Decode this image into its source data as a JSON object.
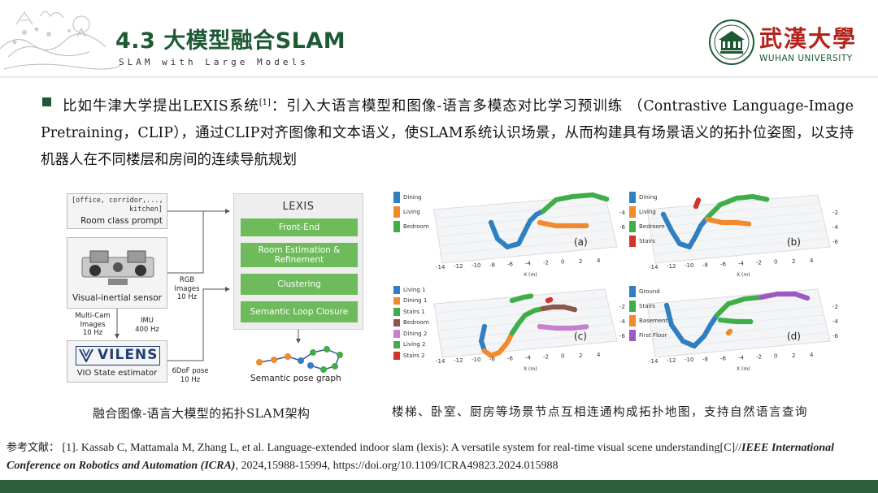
{
  "header": {
    "title": "4.3 大模型融合SLAM",
    "subtitle": "SLAM with Large Models",
    "university_cn": "武漢大學",
    "university_en": "WUHAN UNIVERSITY"
  },
  "body": {
    "text_a": "比如牛津大学提出LEXIS系统",
    "cite": "[1]",
    "text_b": "：引入大语言模型和图像-语言多模态对比学习预训练 （Contrastive Language-Image Pretraining，CLIP），通过CLIP对齐图像和文本语义，使SLAM系统认识场景，从而构建具有场景语义的拓扑位姿图，以支持机器人在不同楼层和房间的连续导航规划"
  },
  "diagram": {
    "prompt_code": "[office, corridor,...,\nkitchen]",
    "prompt_label": "Room class prompt",
    "sensor_label": "Visual-inertial sensor",
    "rgb_label": "RGB\nImages\n10 Hz",
    "multicam_label": "Multi-Cam\nImages\n10 Hz",
    "imu_label": "IMU\n400 Hz",
    "vilens_logo": "VILENS",
    "vilens_label": "VIO State estimator",
    "pose_label": "6DoF pose\n10 Hz",
    "lexis_title": "LEXIS",
    "stages": [
      "Front-End",
      "Room Estimation &\nRefinement",
      "Clustering",
      "Semantic Loop Closure"
    ],
    "graph_label": "Semantic pose graph",
    "caption": "融合图像-语言大模型的拓扑SLAM架构"
  },
  "panels": [
    {
      "tag": "(a)",
      "legend": [
        {
          "name": "Dining",
          "color": "#2f7fc1"
        },
        {
          "name": "Living",
          "color": "#f08a2b"
        },
        {
          "name": "Bedroom",
          "color": "#3fae49"
        }
      ],
      "xticks": [
        "-14",
        "-12",
        "-10",
        "-8",
        "-6",
        "-4",
        "-2",
        "0",
        "2",
        "4"
      ],
      "xlabel": "X (m)",
      "yticks": [
        "-4",
        "-6"
      ]
    },
    {
      "tag": "(b)",
      "legend": [
        {
          "name": "Dining",
          "color": "#2f7fc1"
        },
        {
          "name": "Living",
          "color": "#f08a2b"
        },
        {
          "name": "Bedroom",
          "color": "#3fae49"
        },
        {
          "name": "Stairs",
          "color": "#d2342e"
        }
      ],
      "xticks": [
        "-14",
        "-12",
        "-10",
        "-8",
        "-6",
        "-4",
        "-2",
        "0",
        "2",
        "4"
      ],
      "xlabel": "X (m)",
      "yticks": [
        "-2",
        "-4",
        "-6"
      ]
    },
    {
      "tag": "(c)",
      "legend": [
        {
          "name": "Living 1",
          "color": "#2f7fc1"
        },
        {
          "name": "Dining 1",
          "color": "#f08a2b"
        },
        {
          "name": "Stairs 1",
          "color": "#3fae49"
        },
        {
          "name": "Bedroom",
          "color": "#8c564b"
        },
        {
          "name": "Dining 2",
          "color": "#c77fd0"
        },
        {
          "name": "Living 2",
          "color": "#3fae49"
        },
        {
          "name": "Stairs 2",
          "color": "#d2342e"
        }
      ],
      "xticks": [
        "-14",
        "-12",
        "-10",
        "-8",
        "-6",
        "-4",
        "-2",
        "0",
        "2",
        "4"
      ],
      "xlabel": "X (m)",
      "yticks": [
        "-2",
        "-4",
        "-6"
      ]
    },
    {
      "tag": "(d)",
      "legend": [
        {
          "name": "Ground",
          "color": "#2f7fc1"
        },
        {
          "name": "Stairs",
          "color": "#3fae49"
        },
        {
          "name": "Basement",
          "color": "#f08a2b"
        },
        {
          "name": "First Floor",
          "color": "#9b59c6"
        }
      ],
      "xticks": [
        "-14",
        "-12",
        "-10",
        "-8",
        "-6",
        "-4",
        "-2",
        "0",
        "2",
        "4"
      ],
      "xlabel": "X (m)",
      "yticks": [
        "-2",
        "-4",
        "-6"
      ]
    }
  ],
  "figure_caption": "楼梯、卧室、厨房等场景节点互相连通构成拓扑地图，支持自然语言查询",
  "reference": {
    "lead": "参考文献：",
    "text": "[1]. Kassab C, Mattamala M, Zhang L, et al. Language-extended indoor slam (lexis): A versatile system for real-time visual scene understanding[C]//",
    "venue": "IEEE International Conference on Robotics and Automation (ICRA)",
    "tail": ", 2024,15988-15994, https://doi.org/10.1109/ICRA49823.2024.015988"
  }
}
